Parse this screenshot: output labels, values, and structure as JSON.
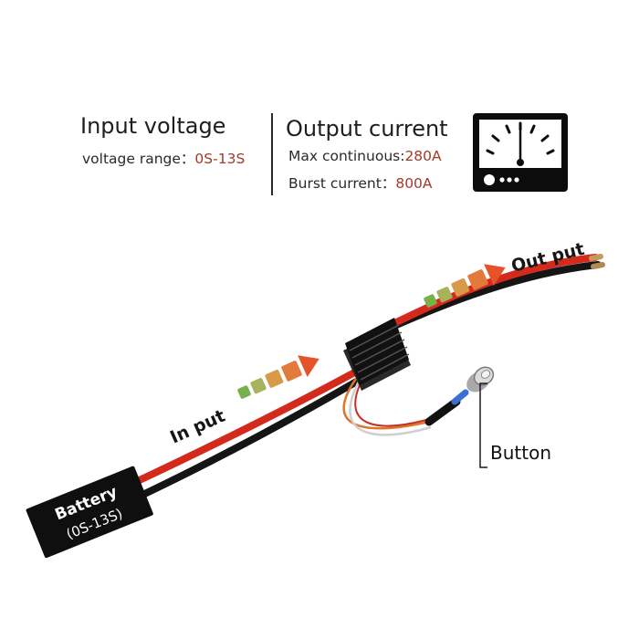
{
  "specs": {
    "input": {
      "title": "Input voltage",
      "range_label": "voltage range：",
      "range_value": "0S-13S"
    },
    "output": {
      "title": "Output current",
      "continuous_label": "Max continuous:",
      "continuous_value": "280A",
      "burst_label": "Burst current：",
      "burst_value": "800A"
    }
  },
  "labels": {
    "input": "In put",
    "output": "Out put",
    "button": "Button",
    "battery_line1": "Battery",
    "battery_line2": "(0S-13S)"
  },
  "colors": {
    "value_red": "#a23b2b",
    "wire_red": "#d32a1c",
    "wire_black": "#151515",
    "arrow_orange": "#e5532a",
    "arrow_green": "#79b04b"
  },
  "icons": {
    "meter": "ammeter-gauge-icon",
    "button": "push-button-icon"
  }
}
